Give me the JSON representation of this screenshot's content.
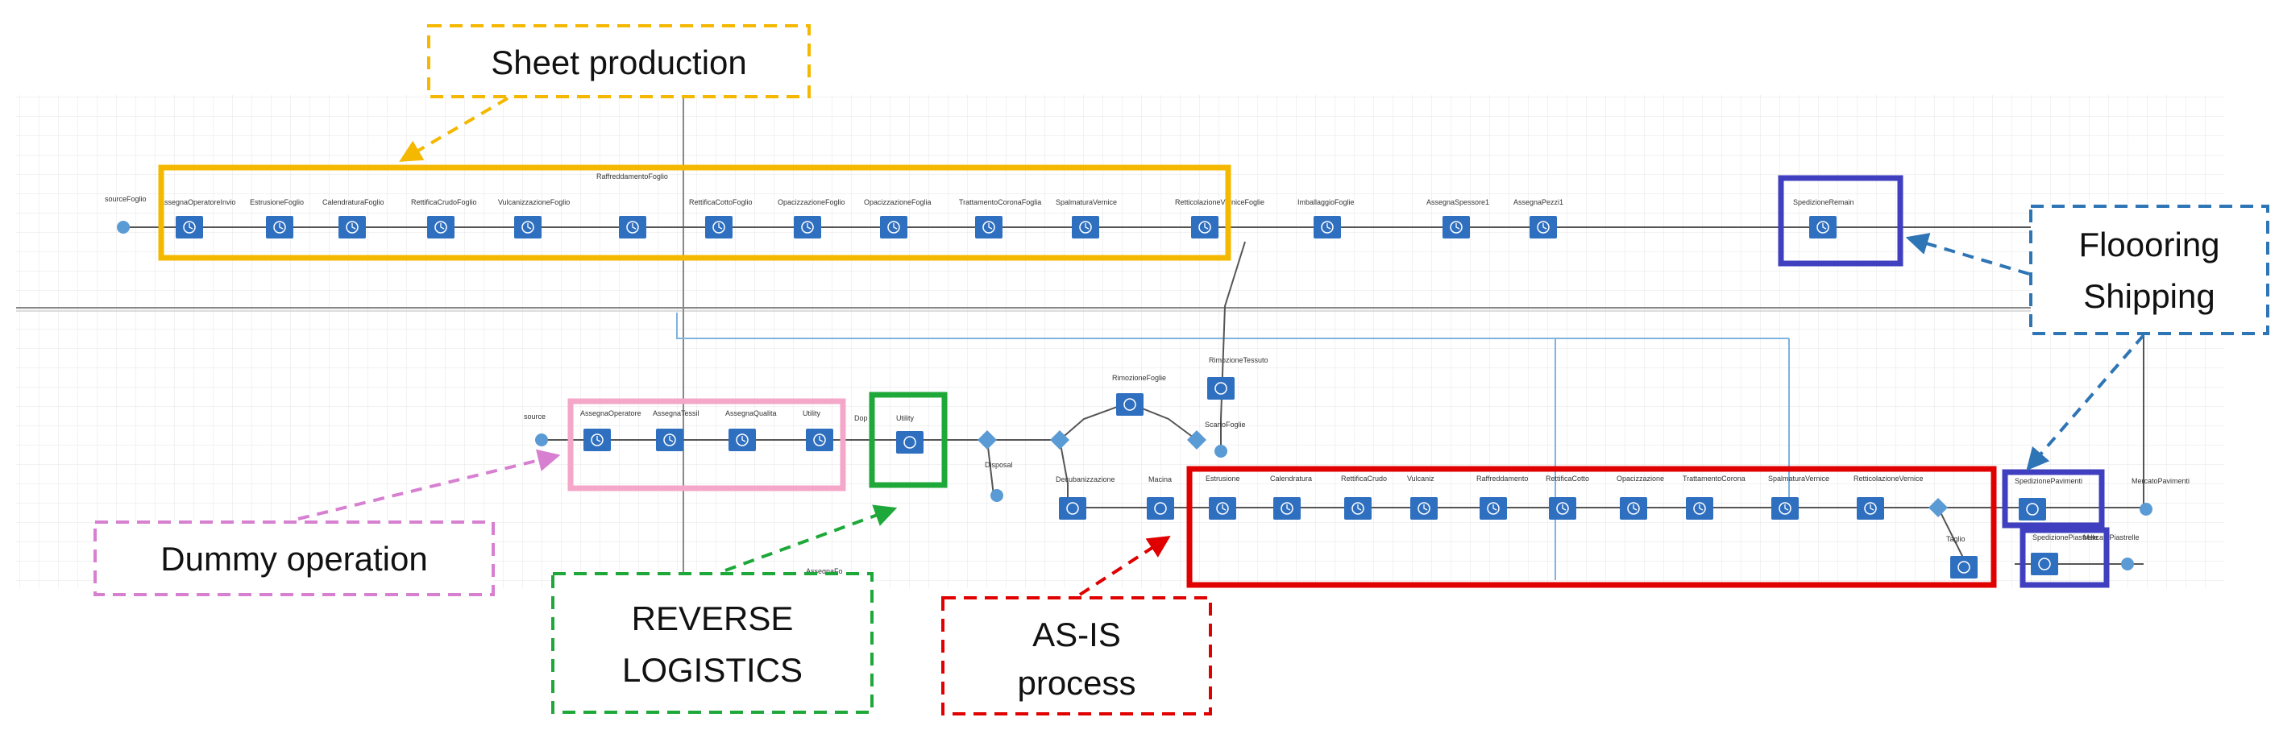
{
  "colors": {
    "sheet_production": "#F5B800",
    "flooring_shipping": "#3F3FC0",
    "flooring_shipping_callout": "#2E75B6",
    "dummy_operation": "#F4A7C8",
    "dummy_operation_callout": "#D77FD0",
    "reverse_logistics": "#1FA83A",
    "as_is": "#E00000",
    "node_fill": "#2F6FC0",
    "flow_line": "#555555",
    "link_line": "#7FB3E0",
    "grid": "#E6E6E6"
  },
  "callouts": {
    "sheet_production": "Sheet production",
    "flooring_shipping_line1": "Floooring",
    "flooring_shipping_line2": "Shipping",
    "dummy_operation": "Dummy operation",
    "reverse_logistics_line1": "REVERSE",
    "reverse_logistics_line2": "LOGISTICS",
    "as_is_line1": "AS-IS",
    "as_is_line2": "process"
  },
  "diagram": {
    "top_line": {
      "source_label": "sourceFoglio",
      "group_label": "RaffreddamentoFoglio",
      "blocks": [
        {
          "label": "AssegnaOperatoreInvio"
        },
        {
          "label": "EstrusioneFoglio"
        },
        {
          "label": "CalendraturaFoglio"
        },
        {
          "label": "RettificaCrudoFoglio"
        },
        {
          "label": "VulcanizzazioneFoglio"
        },
        {
          "label": ""
        },
        {
          "label": "RettificaCottoFoglio"
        },
        {
          "label": "OpacizzazioneFoglio"
        },
        {
          "label": "OpacizzazioneFoglia"
        },
        {
          "label": "TrattamentoCoronaFoglia"
        },
        {
          "label": "SpalmaturaVernice"
        },
        {
          "label": "RetticolazioneVerniceFoglie"
        },
        {
          "label": "ImballaggioFoglie"
        },
        {
          "label": "AssegnaSpessore1"
        },
        {
          "label": "AssegnaPezzi1"
        },
        {
          "label": "SpedizioneRemain"
        }
      ]
    },
    "middle": {
      "rimozione_tessuto_label": "RimozioneTessuto",
      "rimozione_foglie_label": "RimozioneFoglie",
      "scarto_foglie_label": "ScartoFoglie",
      "source_label": "source",
      "dummy_blocks": [
        {
          "label": "AssegnaOperatore"
        },
        {
          "label": "AssegnaTessil"
        },
        {
          "label": "AssegnaQualita"
        },
        {
          "label": "Utility"
        }
      ],
      "reverse_label": "Utility",
      "dopo_label": "Dop",
      "disposal_label": "Disposal",
      "assegna_label": "AssegnaFo",
      "decubanization_label": "Decubanizzazione",
      "macina_label": "Macina"
    },
    "as_is": {
      "blocks": [
        {
          "label": "Estrusione"
        },
        {
          "label": "Calendratura"
        },
        {
          "label": "RettificaCrudo"
        },
        {
          "label": "Vulcaniz"
        },
        {
          "label": "Raffreddamento"
        },
        {
          "label": "RettificaCotto"
        },
        {
          "label": "Opacizzazione"
        },
        {
          "label": "TrattamentoCorona"
        },
        {
          "label": "SpalmaturaVernice"
        },
        {
          "label": "RetticolazioneVernice"
        }
      ],
      "taglio_label": "Taglio"
    },
    "shipping": {
      "pavimenti_label": "SpedizionePavimenti",
      "mercato_pavimenti_label": "MercatoPavimenti",
      "piastrelle_label": "SpedizionePiastrelle",
      "mercato_piastrelle_label": "MercatoPiastrelle"
    }
  }
}
